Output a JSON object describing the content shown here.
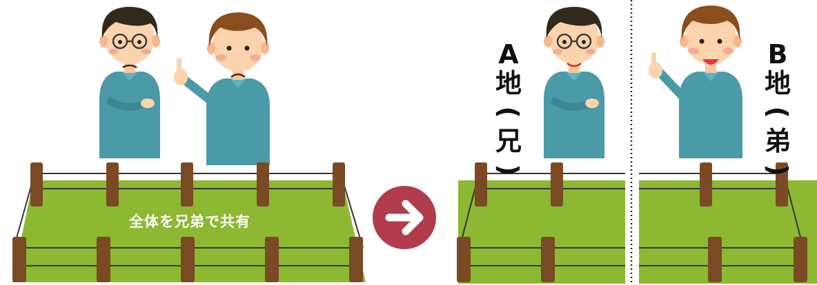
{
  "caption": "全体を兄弟で共有",
  "plot_a": {
    "letter": "A",
    "kanji": "地",
    "open": "(",
    "owner": "兄",
    "close": ")"
  },
  "plot_b": {
    "letter": "B",
    "kanji": "地",
    "open": "(",
    "owner": "弟",
    "close": ")"
  },
  "colors": {
    "grass": "#8cb832",
    "post": "#7a4a25",
    "shirt": "#4a9aa7",
    "arrow_circle": "#b03c4c",
    "elder_hair": "#2f2a1c",
    "younger_hair": "#8a4e1e"
  },
  "icons": [
    "right-arrow-icon"
  ]
}
